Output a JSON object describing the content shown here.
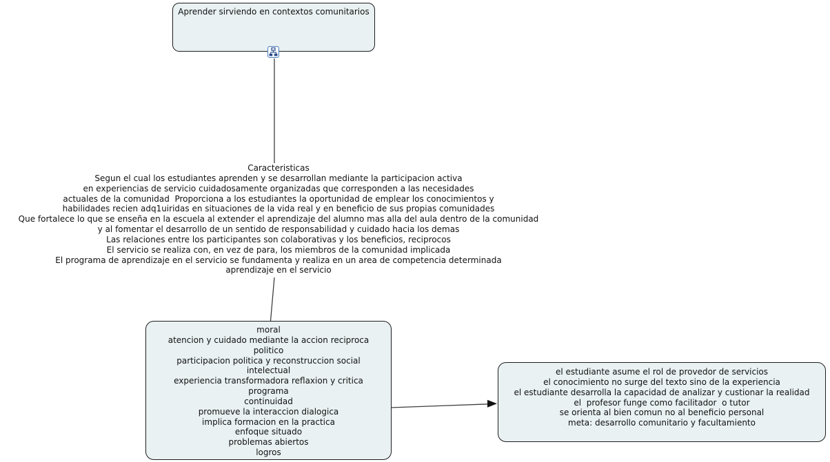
{
  "concept_map": {
    "root_concept": {
      "label": "Aprender sirviendo en contextos comunitarios"
    },
    "expand_icon": "nested-hierarchy-icon",
    "linking_phrase": {
      "lines": [
        "Caracteristicas",
        "Segun el cual los estudiantes aprenden y se desarrollan mediante la participacion activa",
        "en experiencias de servicio cuidadosamente organizadas que corresponden a las necesidades",
        "actuales de la comunidad  Proporciona a los estudiantes la oportunidad de emplear los conocimientos y",
        "habilidades recien adq1uiridas en situaciones de la vida real y en beneficio de sus propias comunidades",
        "Que fortalece lo que se enseña en la escuela al extender el aprendizaje del alumno mas alla del aula dentro de la comunidad",
        "y al fomentar el desarrollo de un sentido de responsabilidad y cuidado hacia los demas",
        "Las relaciones entre los participantes son colaborativas y los beneficios, reciprocos",
        "El servicio se realiza con, en vez de para, los miembros de la comunidad implicada",
        "El programa de aprendizaje en el servicio se fundamenta y realiza en un area de competencia determinada",
        "aprendizaje en el servicio"
      ]
    },
    "dimensions_concept": {
      "lines": [
        "moral",
        "atencion y cuidado mediante la accion reciproca",
        "politico",
        "participacion politica y reconstruccion social",
        "intelectual",
        "experiencia transformadora reflaxion y critica",
        "programa",
        "continuidad",
        "promueve la interaccion dialogica",
        "implica formacion en la practica",
        "enfoque situado",
        "problemas abiertos",
        "logros"
      ]
    },
    "roles_concept": {
      "lines": [
        "el estudiante asume el rol de provedor de servicios",
        "el conocimiento no surge del texto sino de la experiencia",
        "el estudiante desarrolla la capacidad de analizar y custionar la realidad",
        "el  profesor funge como facilitador  o tutor",
        "se orienta al bien comun no al beneficio personal",
        "meta: desarrollo comunitario y facultamiento"
      ]
    },
    "colors": {
      "background": "#ffffff",
      "concept_fill": "#e9f1f2",
      "concept_border": "#1c1c1c",
      "connector": "#3c3c3c",
      "arrowhead": "#111111",
      "icon_border": "#4d7ec0",
      "icon_glyph": "#2c4a8a"
    }
  }
}
